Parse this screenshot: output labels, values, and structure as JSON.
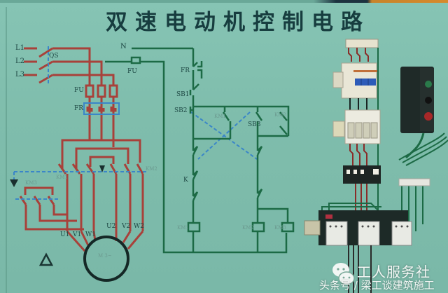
{
  "title": "双速电动机控制电路",
  "power_circuit": {
    "phase_labels": [
      "L1",
      "L2",
      "L3"
    ],
    "breaker_label": "QS",
    "neutral_label": "N",
    "fuse_label": "FU",
    "thermal_relay_label": "FR",
    "contactor_labels": [
      "KM1",
      "KM2",
      "KM3"
    ],
    "motor_terminals_low": [
      "U1",
      "V1",
      "W1"
    ],
    "motor_terminals_high": [
      "U2",
      "V2",
      "W2"
    ],
    "motor_label": "M 3~",
    "delta_symbol": "△"
  },
  "control_circuit": {
    "fuse_label": "FU",
    "thermal_contact_label": "FR",
    "stop_button_label": "SB1",
    "start_button_low_label": "SB2",
    "start_button_high_label": "SB3",
    "interlock_label_left": "KM1",
    "interlock_label_right": "KM2",
    "coil_labels": [
      "KM1",
      "KM2",
      "KM3"
    ],
    "k_label": "K"
  },
  "equipment": {
    "components": [
      "terminal-block",
      "circuit-breaker",
      "fuse-holders",
      "thermal-overload-relay",
      "contactor-KM1",
      "contactor-KM2",
      "contactor-KM3",
      "pushbutton-station"
    ],
    "pushbutton_station": {
      "buttons": [
        {
          "name": "start-low",
          "color": "#2a7a4a"
        },
        {
          "name": "start-high",
          "color": "#222222"
        },
        {
          "name": "stop",
          "color": "#b02a2a"
        }
      ]
    }
  },
  "colors": {
    "board_bg": "#7fbdac",
    "power_wire": "#a8413a",
    "control_wire": "#1c6a45",
    "mech_link": "#3a86c8",
    "title_text": "#173d3f"
  },
  "watermark": {
    "brand": "工人服务社",
    "source": "头条号 / 梁工谈建筑施工"
  }
}
